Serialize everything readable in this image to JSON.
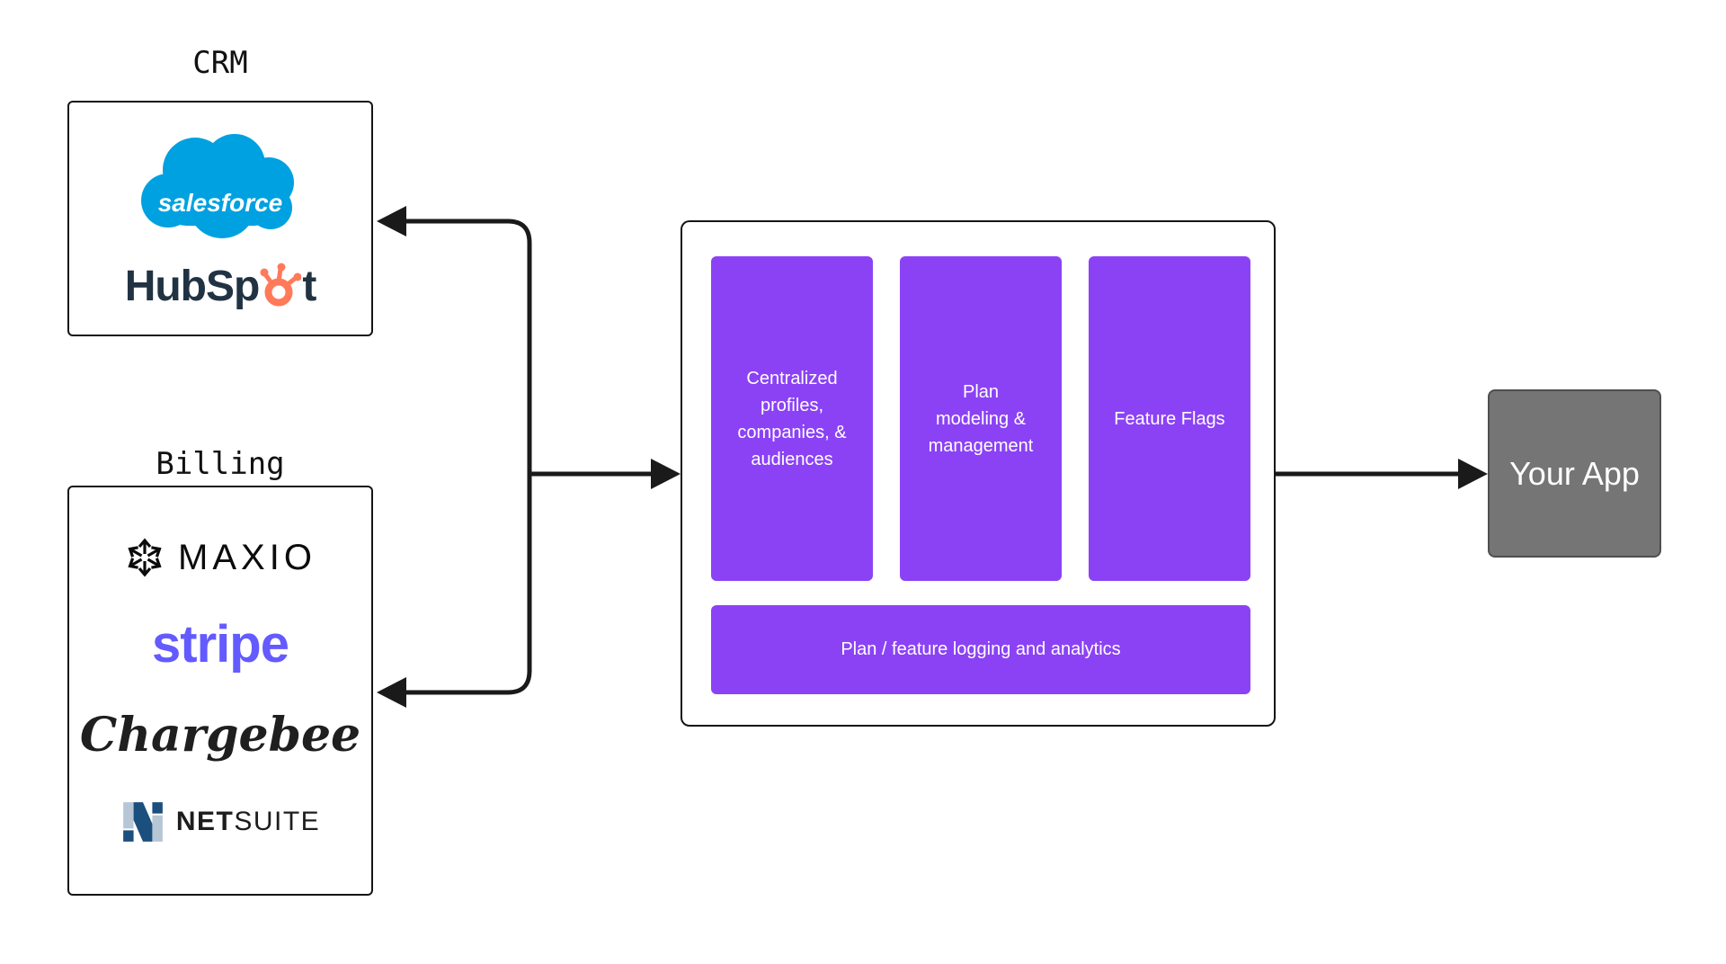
{
  "labels": {
    "crm": "CRM",
    "billing": "Billing"
  },
  "crm_logos": {
    "salesforce": "salesforce",
    "hubspot_pre": "HubSp",
    "hubspot_post": "t"
  },
  "billing_logos": {
    "maxio": "MAXIO",
    "stripe": "stripe",
    "chargebee": "Chargebee",
    "netsuite_bold": "NET",
    "netsuite_regular": "SUITE"
  },
  "platform": {
    "card_profiles": "Centralized\nprofiles,\ncompanies, &\naudiences",
    "card_plan": "Plan\nmodeling &\nmanagement",
    "card_flags": "Feature Flags",
    "bar_label": "Plan / feature logging and analytics"
  },
  "app": {
    "label": "Your App"
  },
  "colors": {
    "purple": "#8B42F5",
    "app_gray": "#757575",
    "line": "#1A1A1A",
    "salesforce_blue": "#00A1E0",
    "hubspot_navy": "#213343",
    "hubspot_orange": "#FF7A59",
    "stripe_purple": "#635BFF",
    "netsuite_navy": "#1B4F7E",
    "netsuite_light": "#B7C6D4",
    "maxio_black": "#0B0B0B"
  }
}
